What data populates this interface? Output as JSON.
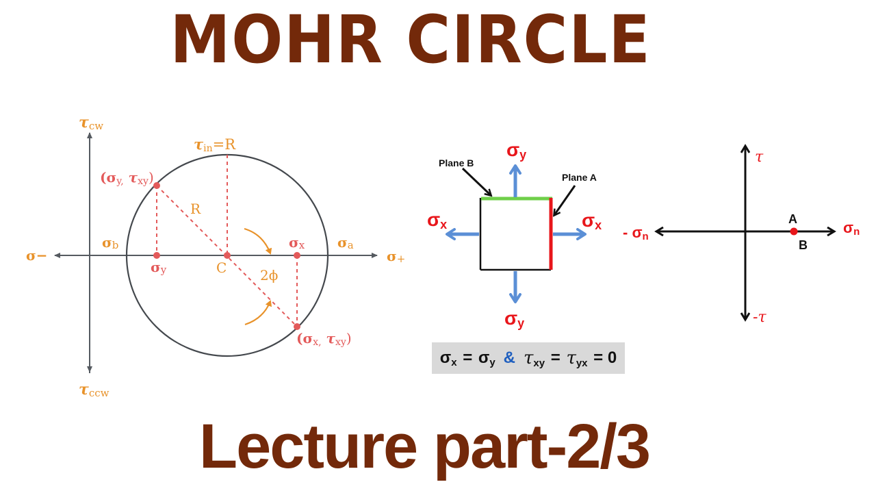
{
  "title": "MOHR CIRCLE",
  "subtitle": "Lecture part-2/3",
  "colors": {
    "title": "#73290a",
    "orange_label": "#e8922a",
    "red_point": "#e35a5a",
    "axis_gray": "#555a60",
    "bold_red": "#e8161b",
    "arrow_blue": "#5b8fd6",
    "plane_b_green": "#6fcf4a",
    "plane_a_red": "#e8161b",
    "equation_bg": "#d9d9d9",
    "ampersand_blue": "#1f5fbf"
  },
  "mohr_diagram": {
    "axis_labels": {
      "tau_cw": "τ",
      "tau_cw_sub": "cw",
      "tau_ccw": "τ",
      "tau_ccw_sub": "ccw",
      "sigma_minus": "σ−",
      "sigma_plus": "σ",
      "sigma_plus_sub": "+"
    },
    "labels": {
      "tau_in_eq_r": "τ",
      "tau_in_sub": "in",
      "tau_in_rhs": "=R",
      "radius": "R",
      "center": "C",
      "angle": "2ϕ",
      "sigma_b": "σ",
      "sigma_b_sub": "b",
      "sigma_a": "σ",
      "sigma_a_sub": "a",
      "sigma_x": "σ",
      "sigma_x_sub": "x",
      "sigma_y": "σ",
      "sigma_y_sub": "y",
      "point_y": "(σ",
      "point_y_sub1": "y,",
      "point_y_tau": " τ",
      "point_y_sub2": "xy",
      "point_y_close": ")",
      "point_x": "(σ",
      "point_x_sub1": "x,",
      "point_x_tau": " τ",
      "point_x_sub2": "xy",
      "point_x_close": ")"
    }
  },
  "stress_element": {
    "plane_b_label": "Plane B",
    "plane_a_label": "Plane A",
    "sigma_y_top": "σ",
    "sigma_y_top_sub": "y",
    "sigma_y_bottom": "σ",
    "sigma_y_bottom_sub": "y",
    "sigma_x_left": "σ",
    "sigma_x_left_sub": "x",
    "sigma_x_right": "σ",
    "sigma_x_right_sub": "x"
  },
  "equation": {
    "lhs_sigma": "σ",
    "lhs_sub": "x",
    "eq1": " = ",
    "rhs_sigma": "σ",
    "rhs_sub": "y",
    "amp": "&",
    "tau1": "τ",
    "tau1_sub": "xy",
    "eq2": " = ",
    "tau2": "τ",
    "tau2_sub": "yx",
    "eq3": " = 0"
  },
  "simple_axes": {
    "tau_pos": "τ",
    "tau_neg": "-τ",
    "sigma_n_neg": "- σ",
    "sigma_n_neg_sub": "n",
    "sigma_n_pos": "σ",
    "sigma_n_pos_sub": "n",
    "point_a": "A",
    "point_b": "B"
  }
}
